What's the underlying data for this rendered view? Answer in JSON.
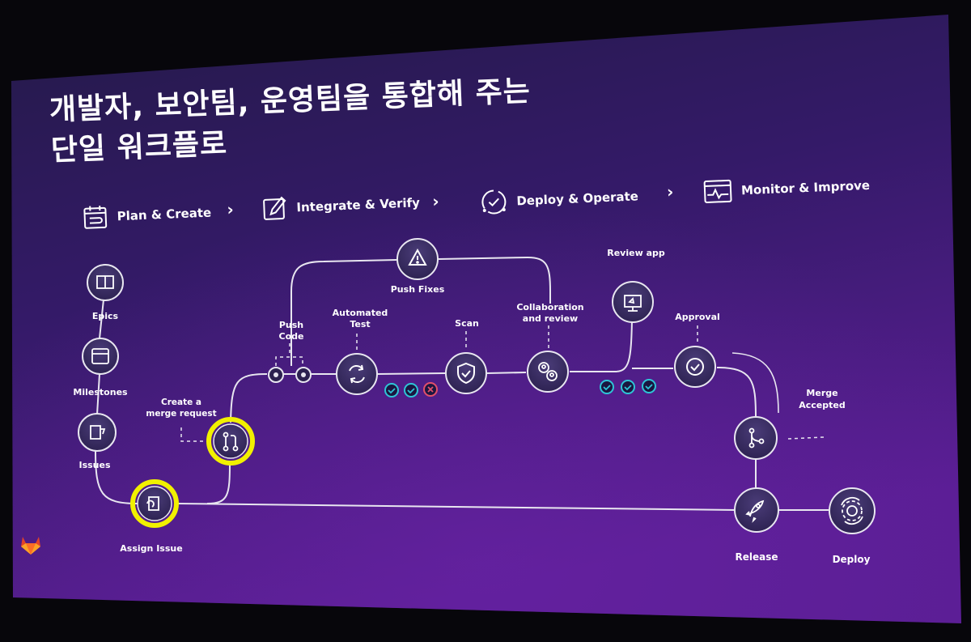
{
  "title": {
    "line1": "개발자, 보안팀, 운영팀을 통합해 주는",
    "line2": "단일 워크플로"
  },
  "stages": [
    {
      "label": "Plan & Create",
      "icon": "plan-create-icon"
    },
    {
      "label": "Integrate & Verify",
      "icon": "integrate-verify-icon"
    },
    {
      "label": "Deploy & Operate",
      "icon": "deploy-operate-icon"
    },
    {
      "label": "Monitor & Improve",
      "icon": "monitor-improve-icon"
    }
  ],
  "nodes": {
    "epics": "Epics",
    "milestones": "Milestones",
    "issues": "Issues",
    "assign_issue": "Assign Issue",
    "create_mr_line1": "Create a",
    "create_mr_line2": "merge request",
    "push_code_line1": "Push",
    "push_code_line2": "Code",
    "automated_test_line1": "Automated",
    "automated_test_line2": "Test",
    "push_fixes": "Push Fixes",
    "scan": "Scan",
    "collab_line1": "Collaboration",
    "collab_line2": "and review",
    "review_app": "Review app",
    "approval": "Approval",
    "merge_line1": "Merge",
    "merge_line2": "Accepted",
    "release": "Release",
    "deploy": "Deploy"
  },
  "colors": {
    "highlight": "#f2f000",
    "check": "#2ec4d6",
    "fail": "#e2506a",
    "line": "#e8e6f0"
  }
}
